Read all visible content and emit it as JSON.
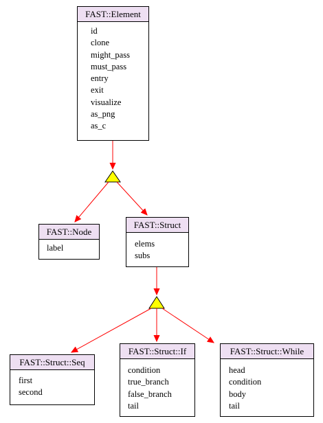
{
  "classes": {
    "element": {
      "title": "FAST::Element",
      "members": [
        "id",
        "clone",
        "might_pass",
        "must_pass",
        "entry",
        "exit",
        "visualize",
        "as_png",
        "as_c"
      ]
    },
    "node": {
      "title": "FAST::Node",
      "members": [
        "label"
      ]
    },
    "struct": {
      "title": "FAST::Struct",
      "members": [
        "elems",
        "subs"
      ]
    },
    "seq": {
      "title": "FAST::Struct::Seq",
      "members": [
        "first",
        "second"
      ]
    },
    "if": {
      "title": "FAST::Struct::If",
      "members": [
        "condition",
        "true_branch",
        "false_branch",
        "tail"
      ]
    },
    "while": {
      "title": "FAST::Struct::While",
      "members": [
        "head",
        "condition",
        "body",
        "tail"
      ]
    }
  },
  "colors": {
    "title_bg": "#eedff2",
    "edge": "#ff0000",
    "triangle_fill": "#ffff00",
    "border": "#000000"
  }
}
